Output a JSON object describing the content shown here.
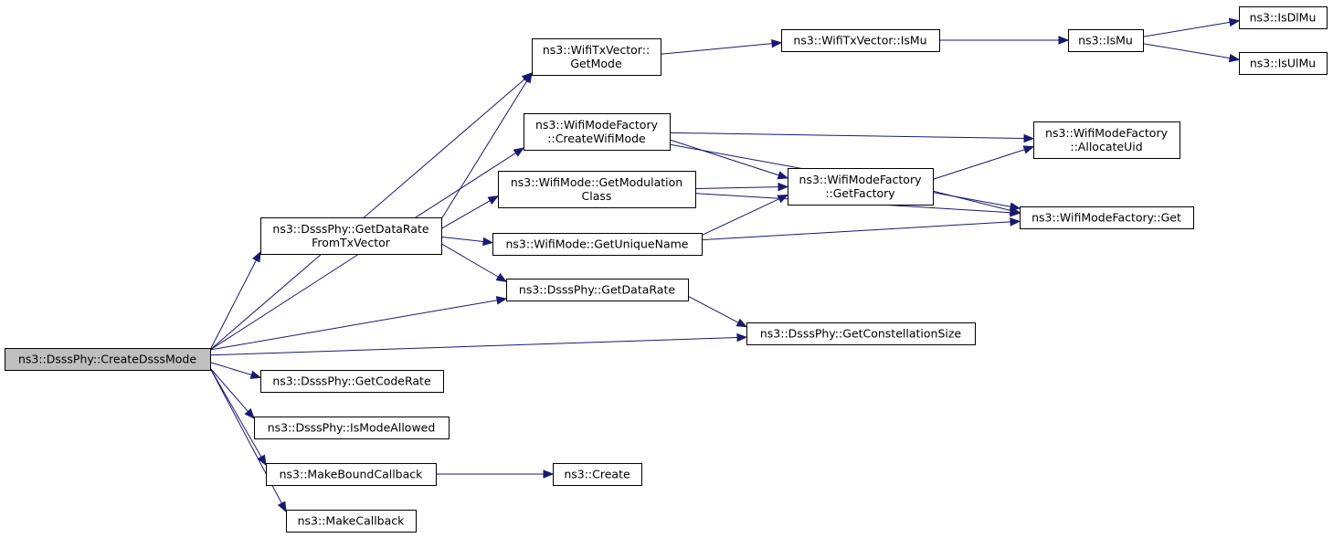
{
  "colors": {
    "edge": "#191970",
    "root_fill": "#bfbfbf",
    "node_fill": "#ffffff",
    "border": "#000000"
  },
  "nodes": {
    "create_dsss_mode": {
      "lines": [
        "ns3::DsssPhy::CreateDsssMode"
      ],
      "root": true
    },
    "get_data_rate_from_tx_vector": {
      "lines": [
        "ns3::DsssPhy::GetDataRate",
        "FromTxVector"
      ]
    },
    "get_code_rate": {
      "lines": [
        "ns3::DsssPhy::GetCodeRate"
      ]
    },
    "is_mode_allowed": {
      "lines": [
        "ns3::DsssPhy::IsModeAllowed"
      ]
    },
    "make_bound_callback": {
      "lines": [
        "ns3::MakeBoundCallback"
      ]
    },
    "make_callback": {
      "lines": [
        "ns3::MakeCallback"
      ]
    },
    "create": {
      "lines": [
        "ns3::Create"
      ]
    },
    "tx_vector_get_mode": {
      "lines": [
        "ns3::WifiTxVector::",
        "GetMode"
      ]
    },
    "create_wifi_mode": {
      "lines": [
        "ns3::WifiModeFactory",
        "::CreateWifiMode"
      ]
    },
    "get_modulation_class": {
      "lines": [
        "ns3::WifiMode::GetModulation",
        "Class"
      ]
    },
    "get_unique_name": {
      "lines": [
        "ns3::WifiMode::GetUniqueName"
      ]
    },
    "get_data_rate": {
      "lines": [
        "ns3::DsssPhy::GetDataRate"
      ]
    },
    "get_constellation_size": {
      "lines": [
        "ns3::DsssPhy::GetConstellationSize"
      ]
    },
    "tx_vector_is_mu": {
      "lines": [
        "ns3::WifiTxVector::IsMu"
      ]
    },
    "get_factory": {
      "lines": [
        "ns3::WifiModeFactory",
        "::GetFactory"
      ]
    },
    "is_mu": {
      "lines": [
        "ns3::IsMu"
      ]
    },
    "allocate_uid": {
      "lines": [
        "ns3::WifiModeFactory",
        "::AllocateUid"
      ]
    },
    "factory_get": {
      "lines": [
        "ns3::WifiModeFactory::Get"
      ]
    },
    "is_dl_mu": {
      "lines": [
        "ns3::IsDlMu"
      ]
    },
    "is_ul_mu": {
      "lines": [
        "ns3::IsUlMu"
      ]
    }
  },
  "edges": [
    [
      "create_dsss_mode",
      "tx_vector_get_mode"
    ],
    [
      "create_dsss_mode",
      "create_wifi_mode"
    ],
    [
      "create_dsss_mode",
      "get_data_rate_from_tx_vector"
    ],
    [
      "create_dsss_mode",
      "get_data_rate"
    ],
    [
      "create_dsss_mode",
      "get_constellation_size"
    ],
    [
      "create_dsss_mode",
      "get_code_rate"
    ],
    [
      "create_dsss_mode",
      "is_mode_allowed"
    ],
    [
      "create_dsss_mode",
      "make_bound_callback"
    ],
    [
      "create_dsss_mode",
      "make_callback"
    ],
    [
      "get_data_rate_from_tx_vector",
      "tx_vector_get_mode"
    ],
    [
      "get_data_rate_from_tx_vector",
      "get_modulation_class"
    ],
    [
      "get_data_rate_from_tx_vector",
      "get_unique_name"
    ],
    [
      "get_data_rate_from_tx_vector",
      "get_data_rate"
    ],
    [
      "tx_vector_get_mode",
      "tx_vector_is_mu"
    ],
    [
      "tx_vector_is_mu",
      "is_mu"
    ],
    [
      "is_mu",
      "is_dl_mu"
    ],
    [
      "is_mu",
      "is_ul_mu"
    ],
    [
      "create_wifi_mode",
      "allocate_uid"
    ],
    [
      "create_wifi_mode",
      "get_factory"
    ],
    [
      "create_wifi_mode",
      "factory_get"
    ],
    [
      "get_modulation_class",
      "get_factory"
    ],
    [
      "get_modulation_class",
      "factory_get"
    ],
    [
      "get_unique_name",
      "get_factory"
    ],
    [
      "get_unique_name",
      "factory_get"
    ],
    [
      "get_factory",
      "allocate_uid"
    ],
    [
      "get_factory",
      "factory_get"
    ],
    [
      "get_data_rate",
      "get_constellation_size"
    ],
    [
      "make_bound_callback",
      "create"
    ]
  ]
}
